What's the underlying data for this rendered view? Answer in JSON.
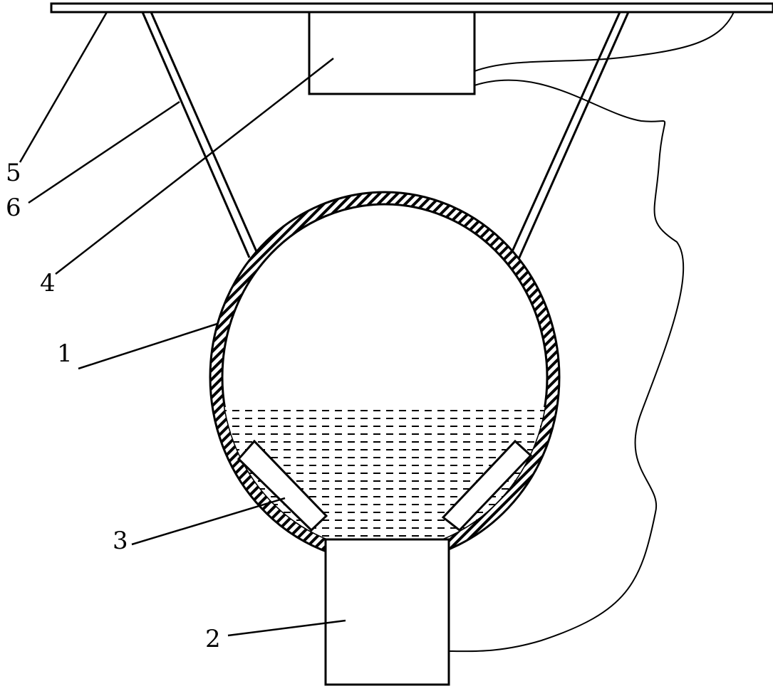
{
  "labels": {
    "sphere": "1",
    "bottom_unit": "2",
    "pad": "3",
    "top_box": "4",
    "ceiling_plate": "5",
    "support_rod": "6"
  },
  "colors": {
    "stroke": "#000000",
    "background": "#ffffff"
  }
}
